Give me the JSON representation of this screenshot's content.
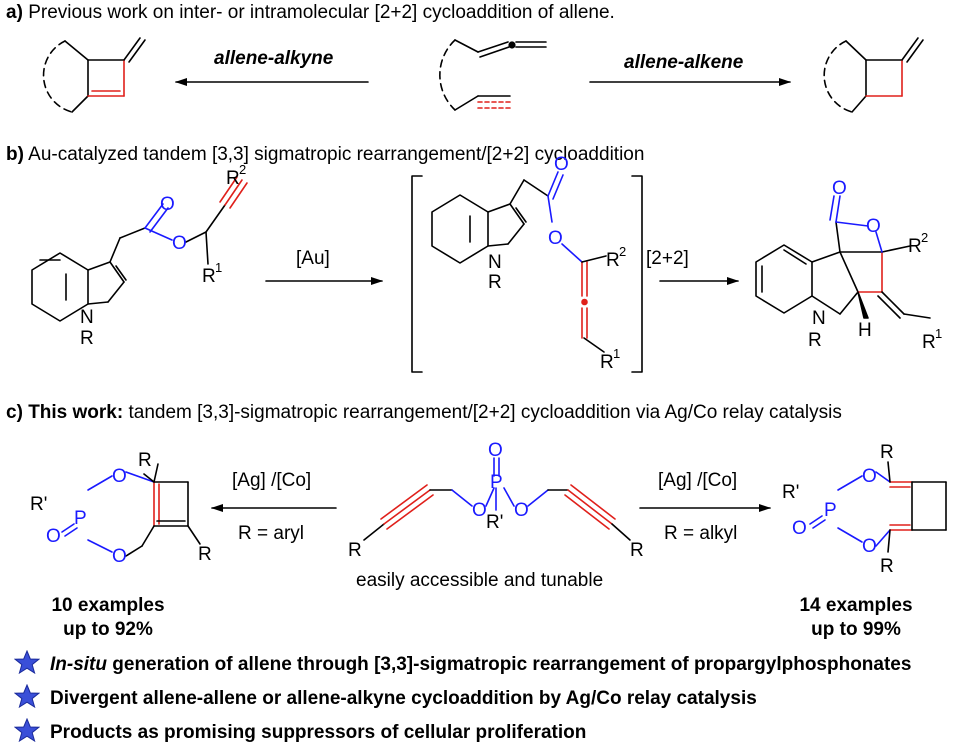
{
  "section_a": {
    "label": "a)",
    "title": "Previous work on inter- or intramolecular [2+2] cycloaddition of allene.",
    "left_arrow_label": "allene-alkyne",
    "right_arrow_label": "allene-alkene"
  },
  "section_b": {
    "label": "b)",
    "title": "Au-catalyzed tandem [3,3] sigmatropic rearrangement/[2+2] cycloaddition",
    "arrow1_label": "[Au]",
    "arrow2_label": "[2+2]"
  },
  "section_c": {
    "label": "c)",
    "title_bold": "This work:",
    "title_rest": "tandem [3,3]-sigmatropic rearrangement/[2+2] cycloaddition via Ag/Co relay catalysis",
    "left_catalyst": "[Ag] /[Co]",
    "left_condition": "R = aryl",
    "right_catalyst": "[Ag] /[Co]",
    "right_condition": "R = alkyl",
    "substrate_caption": "easily accessible and tunable",
    "left_examples": "10 examples",
    "left_yield": "up to 92%",
    "right_examples": "14 examples",
    "right_yield": "up to 99%"
  },
  "bullets": [
    {
      "italic": "In-situ",
      "text": " generation of allene through [3,3]-sigmatropic rearrangement of propargylphosphonates"
    },
    {
      "italic": "",
      "text": "Divergent allene-allene or allene-alkyne cycloaddition by Ag/Co relay catalysis"
    },
    {
      "italic": "",
      "text": "Products as promising suppressors of cellular proliferation"
    }
  ],
  "atoms": {
    "O": "O",
    "N": "N",
    "H": "H",
    "P": "P",
    "R": "R",
    "R1": "R",
    "R2": "R",
    "Rp": "R'",
    "sup1": "1",
    "sup2": "2"
  },
  "colors": {
    "heteroatom": "#1a1aff",
    "new_bond": "#e0201b",
    "text": "#000000"
  }
}
